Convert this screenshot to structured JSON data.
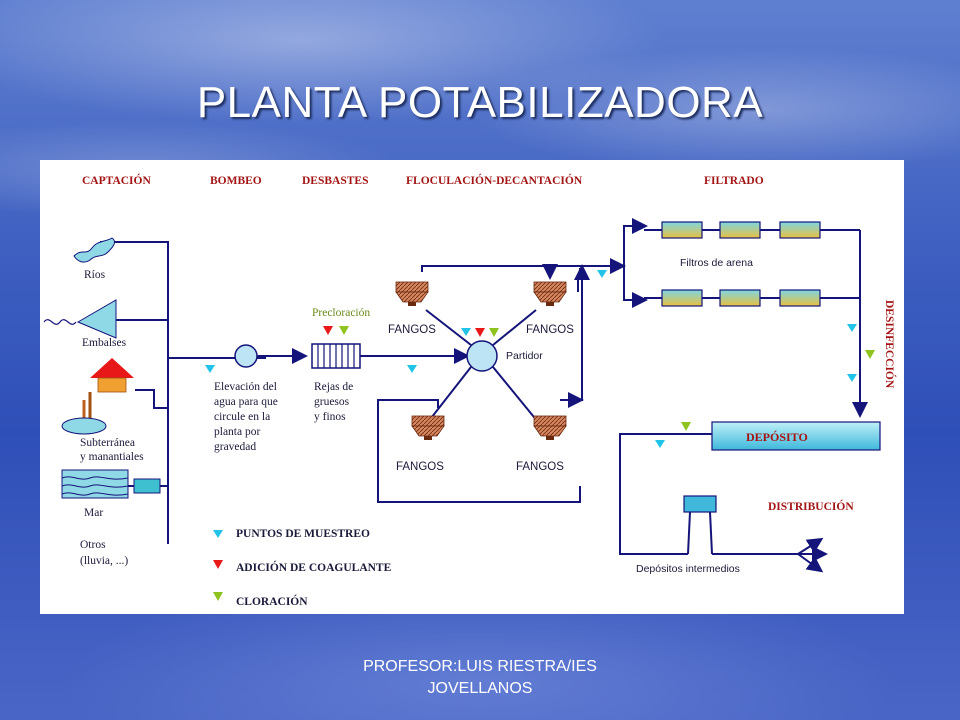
{
  "slide": {
    "title": "PLANTA POTABILIZADORA",
    "footer_line1": "PROFESOR:LUIS RIESTRA/IES",
    "footer_line2": "JOVELLANOS"
  },
  "diagram": {
    "headers": {
      "captacion": "CAPTACIÓN",
      "bombeo": "BOMBEO",
      "desbastes": "DESBASTES",
      "floculacion": "FLOCULACIÓN-DECANTACIÓN",
      "filtrado": "FILTRADO"
    },
    "sources": {
      "rios": "Ríos",
      "embalses": "Embalses",
      "subterranea_1": "Subterránea",
      "subterranea_2": "y manantiales",
      "mar": "Mar",
      "otros_1": "Otros",
      "otros_2": "(lluvia, ...)"
    },
    "bombeo_text": [
      "Elevación del",
      "agua para que",
      "circule en la",
      "planta por",
      "gravedad"
    ],
    "rejas_text": [
      "Rejas de",
      "gruesos",
      "y finos"
    ],
    "precloracion": "Precloración",
    "fangos": "FANGOS",
    "partidor": "Partidor",
    "filtros": "Filtros de arena",
    "desinfeccion": "DESINFECCIÓN",
    "deposito": "DEPÓSITO",
    "distribucion": "DISTRIBUCIÓN",
    "depositos_intermedios": "Depósitos intermedios",
    "legend": {
      "muestreo": "PUNTOS DE MUESTREO",
      "coagulante": "ADICIÓN DE COAGULANTE",
      "cloracion": "CLORACIÓN"
    },
    "colors": {
      "heading": "#a31515",
      "pipe": "#14147a",
      "sample_marker": "#22c3e8",
      "coagulant_marker": "#e81818",
      "chlorination_marker": "#8fc320"
    }
  }
}
